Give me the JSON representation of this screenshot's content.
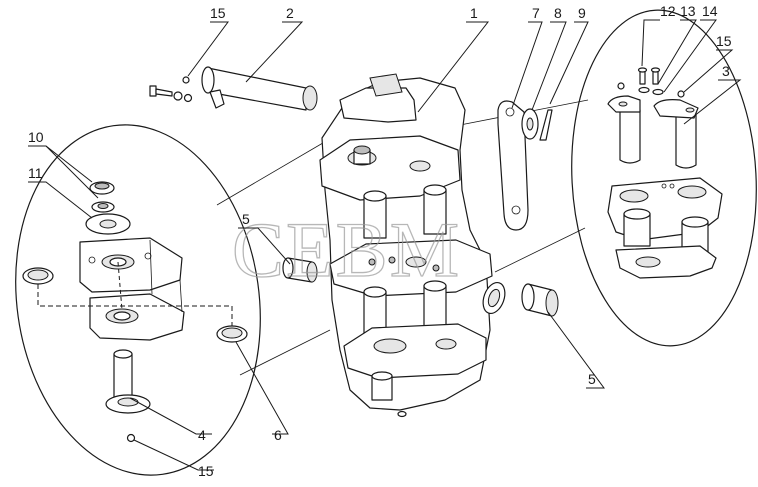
{
  "watermark": "CEBM",
  "callouts": [
    {
      "id": "c1",
      "label": "1"
    },
    {
      "id": "c2",
      "label": "2"
    },
    {
      "id": "c3",
      "label": "3"
    },
    {
      "id": "c4",
      "label": "4"
    },
    {
      "id": "c5a",
      "label": "5"
    },
    {
      "id": "c5b",
      "label": "5"
    },
    {
      "id": "c6",
      "label": "6"
    },
    {
      "id": "c7",
      "label": "7"
    },
    {
      "id": "c8",
      "label": "8"
    },
    {
      "id": "c9",
      "label": "9"
    },
    {
      "id": "c10",
      "label": "10"
    },
    {
      "id": "c11",
      "label": "11"
    },
    {
      "id": "c12",
      "label": "12"
    },
    {
      "id": "c13",
      "label": "13"
    },
    {
      "id": "c14",
      "label": "14"
    },
    {
      "id": "c15a",
      "label": "15"
    },
    {
      "id": "c15b",
      "label": "15"
    },
    {
      "id": "c15c",
      "label": "15"
    }
  ],
  "colors": {
    "ink": "#1a1a1a",
    "watermark": "#9a9a9a",
    "background": "#ffffff"
  }
}
